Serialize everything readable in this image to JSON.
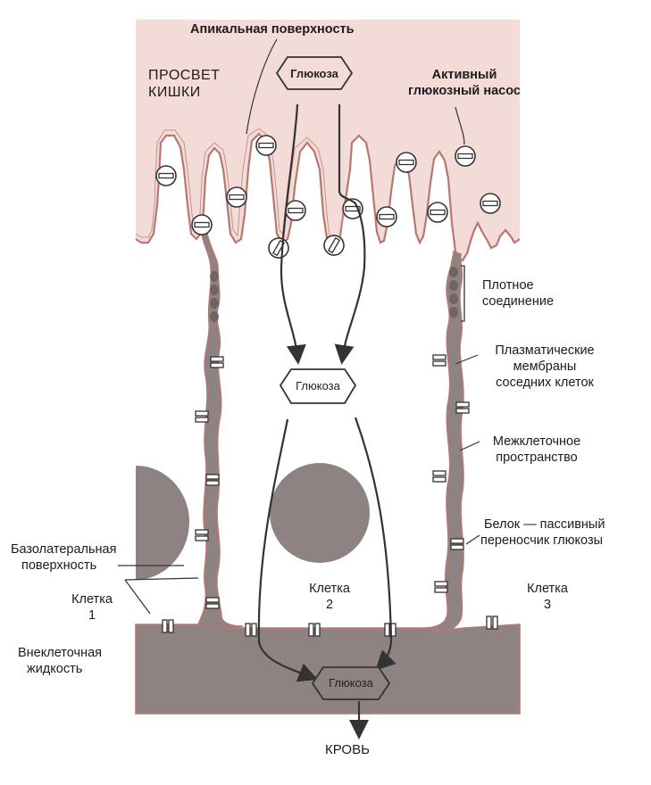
{
  "labels": {
    "apical_surface": "Апикальная поверхность",
    "lumen_line1": "ПРОСВЕТ",
    "lumen_line2": "КИШКИ",
    "active_pump_line1": "Активный",
    "active_pump_line2": "глюкозный насос",
    "tight_junction_line1": "Плотное",
    "tight_junction_line2": "соединение",
    "plasma_membranes_line1": "Плазматические",
    "plasma_membranes_line2": "мембраны",
    "plasma_membranes_line3": "соседних клеток",
    "intercellular_space_line1": "Межклеточное",
    "intercellular_space_line2": "пространство",
    "passive_carrier_line1": "Белок — пассивный",
    "passive_carrier_line2": "переносчик глюкозы",
    "basolateral_line1": "Базолатеральная",
    "basolateral_line2": "поверхность",
    "cell1_line1": "Клетка",
    "cell1_line2": "1",
    "cell2_line1": "Клетка",
    "cell2_line2": "2",
    "cell3_line1": "Клетка",
    "cell3_line2": "3",
    "extracellular_line1": "Внеклеточная",
    "extracellular_line2": "жидкость",
    "blood": "КРОВЬ"
  },
  "glucose": {
    "top": "Глюкоза",
    "middle": "Глюкоза",
    "bottom": "Глюкоза"
  },
  "colors": {
    "cytoplasm": "#f3dcd8",
    "membrane_edge": "#b77870",
    "dark_fill": "#8f8283",
    "outline": "#4a4a4a"
  }
}
